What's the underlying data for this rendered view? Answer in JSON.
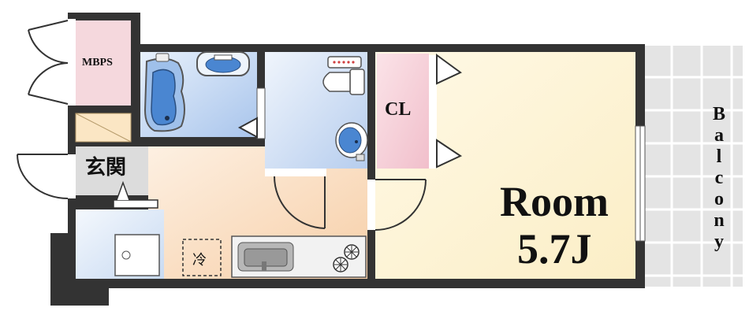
{
  "labels": {
    "mbps": "MBPS",
    "closet": "CL",
    "entrance": "玄関",
    "room_name": "Room",
    "room_size": "5.7J",
    "fridge": "冷",
    "balcony_letters": [
      "B",
      "a",
      "l",
      "c",
      "o",
      "n",
      "y"
    ]
  },
  "colors": {
    "wall": "#333333",
    "room_floor": "#fdf3d6",
    "kitchen_floor": "#fbe3cc",
    "bath_blue": "#c9dcf5",
    "toilet_blue": "#d4e3f6",
    "closet_pink": "#f5d0d8",
    "balcony_gray": "#e6e6e6",
    "entrance_gray": "#dcdcdc"
  }
}
